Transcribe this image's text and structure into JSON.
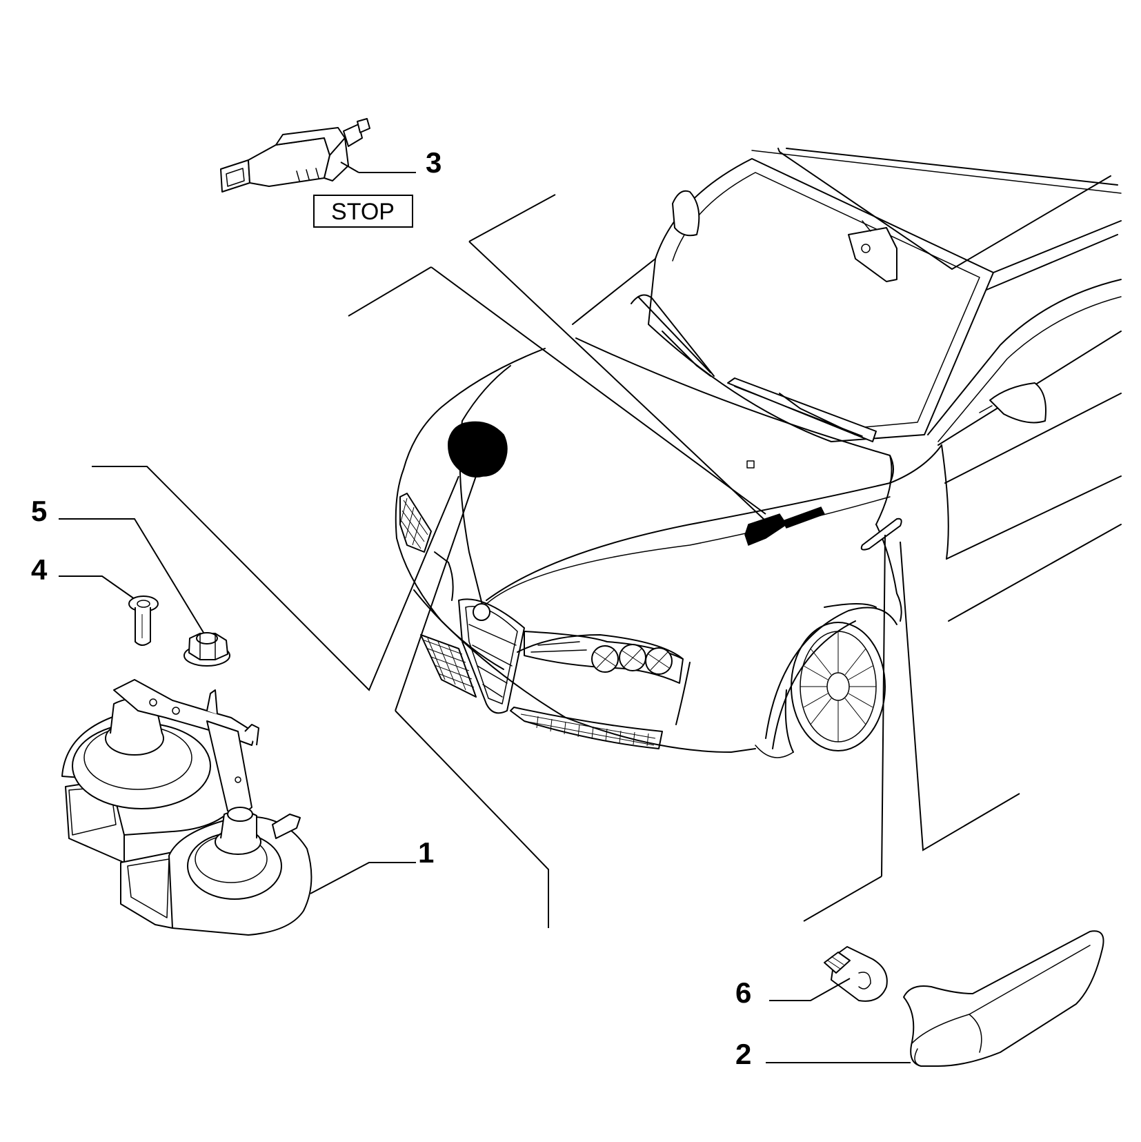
{
  "callouts": {
    "horn": "1",
    "side_repeater": "2",
    "stop_switch": "3",
    "rivet_nut": "4",
    "flange_nut": "5",
    "bulb": "6"
  },
  "stop_label": "STOP"
}
